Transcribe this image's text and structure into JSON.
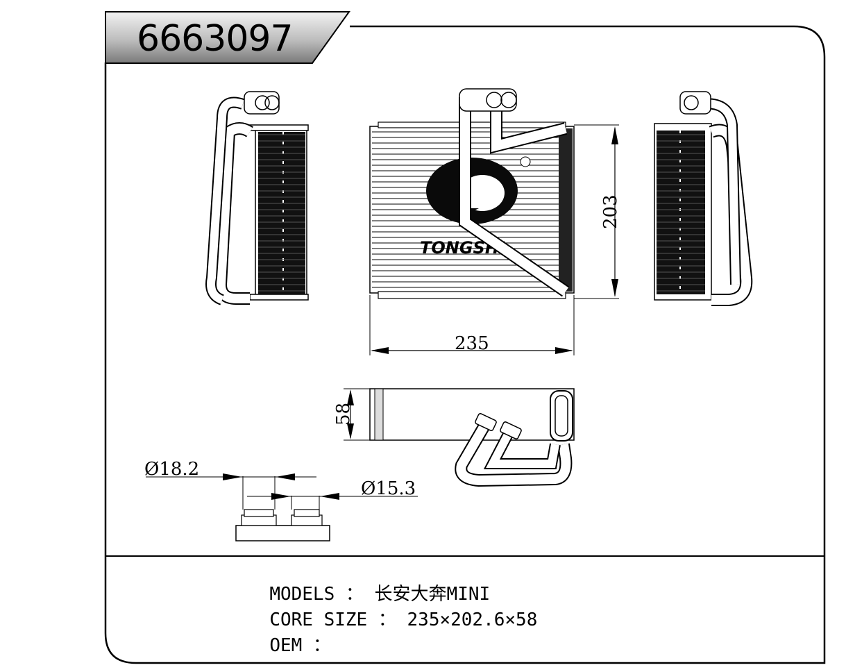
{
  "part_number": "6663097",
  "brand_watermark": "TONGSHI",
  "dimensions": {
    "width": "235",
    "height": "203",
    "depth": "58",
    "outlet_diameter": "Ø18.2",
    "inlet_diameter": "Ø15.3"
  },
  "specs": {
    "models_label": "MODELS ：",
    "models_value": "长安大奔MINI",
    "core_size_label": "CORE SIZE ：",
    "core_size_value": "235×202.6×58",
    "oem_label": "OEM ：",
    "oem_value": ""
  }
}
